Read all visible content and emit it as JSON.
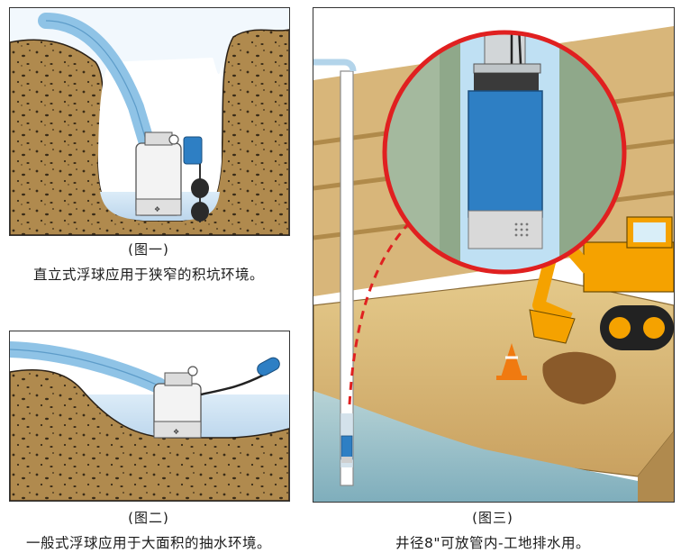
{
  "figure1": {
    "label": "(图一)",
    "description": "直立式浮球应用于狭窄的积坑环境。"
  },
  "figure2": {
    "label": "(图二)",
    "description": "一般式浮球应用于大面积的抽水环境。"
  },
  "figure3": {
    "label": "(图三)",
    "description": "井径8\"可放管内-工地排水用。"
  },
  "colors": {
    "soil": "#b08a4e",
    "water": "#cfe3f2",
    "pump_blue": "#2e7fc4",
    "excavator": "#f5a200",
    "cone": "#f07a10",
    "dashed_arrow": "#e02020"
  },
  "icons": [
    "submersible-pump-icon",
    "float-switch-icon",
    "excavator-icon",
    "traffic-cone-icon",
    "hose-icon"
  ]
}
